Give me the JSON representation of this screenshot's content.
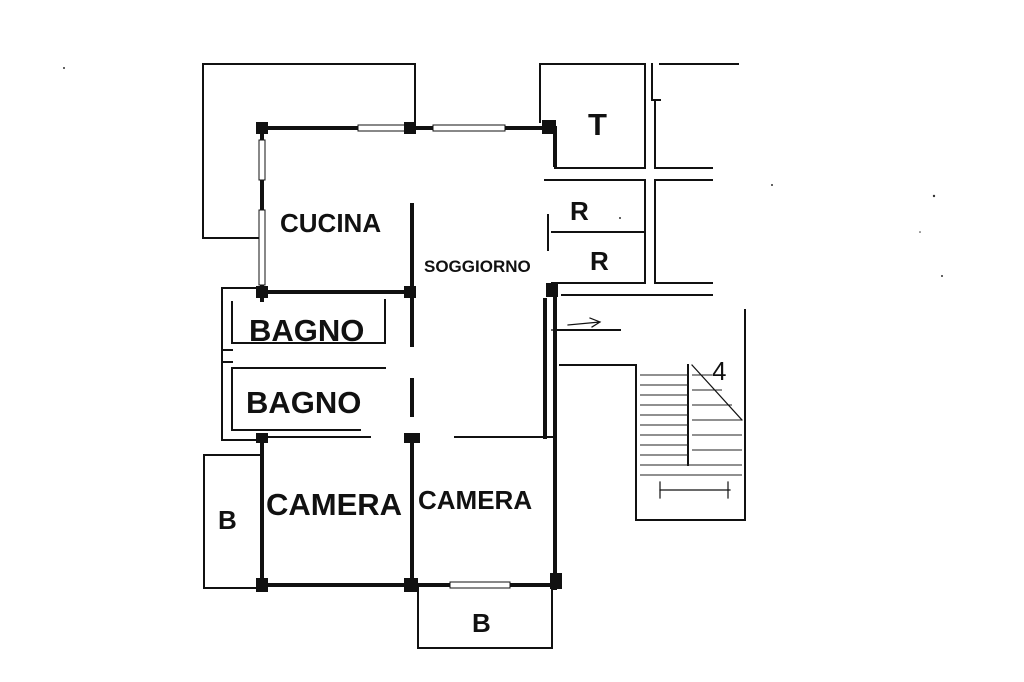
{
  "floor_plan": {
    "rooms": {
      "kitchen": "CUCINA",
      "living": "SOGGIORNO",
      "bath_1": "BAGNO",
      "bath_2": "BAGNO",
      "bedroom_1": "CAMERA",
      "bedroom_2": "CAMERA",
      "balcony_left": "B",
      "balcony_bottom": "B",
      "terrace": "T",
      "storage_1": "R",
      "storage_2": "R"
    },
    "stair_number": "4"
  }
}
